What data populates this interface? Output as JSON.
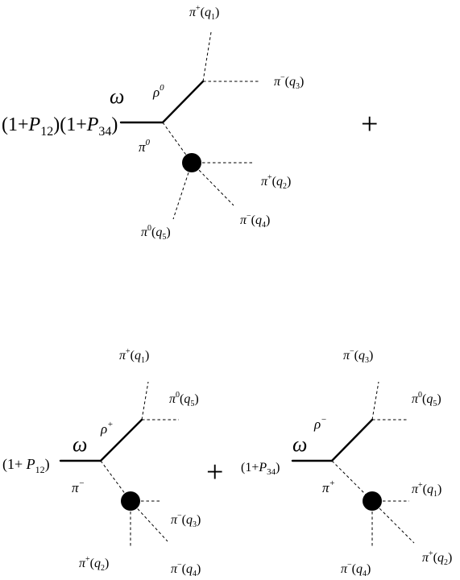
{
  "diagram1": {
    "prefix": {
      "open1": "(1+",
      "p": "P",
      "sub1": "12",
      "mid": ")(1+",
      "sub2": "34",
      "close": ")"
    },
    "omega": "ω",
    "rho": {
      "base": "ρ",
      "sup": "0"
    },
    "pi_internal": {
      "base": "π",
      "sup": "0"
    },
    "plus": "+",
    "legs": [
      {
        "base": "π",
        "sup": "+",
        "mom": "q",
        "sub": "1"
      },
      {
        "base": "π",
        "sup": "−",
        "mom": "q",
        "sub": "3"
      },
      {
        "base": "π",
        "sup": "+",
        "mom": "q",
        "sub": "2"
      },
      {
        "base": "π",
        "sup": "−",
        "mom": "q",
        "sub": "4"
      },
      {
        "base": "π",
        "sup": "0",
        "mom": "q",
        "sub": "5"
      }
    ]
  },
  "diagram2": {
    "prefix": {
      "open": "(1+ ",
      "p": "P",
      "sub": "12",
      "close": ")"
    },
    "omega": "ω",
    "rho": {
      "base": "ρ",
      "sup": "+"
    },
    "pi_internal": {
      "base": "π",
      "sup": "−"
    },
    "legs": [
      {
        "base": "π",
        "sup": "+",
        "mom": "q",
        "sub": "1"
      },
      {
        "base": "π",
        "sup": "0",
        "mom": "q",
        "sub": "5"
      },
      {
        "base": "π",
        "sup": "−",
        "mom": "q",
        "sub": "3"
      },
      {
        "base": "π",
        "sup": "−",
        "mom": "q",
        "sub": "4"
      },
      {
        "base": "π",
        "sup": "+",
        "mom": "q",
        "sub": "2"
      }
    ]
  },
  "plus_between": "+",
  "diagram3": {
    "prefix": {
      "open": "(1+",
      "p": "P",
      "sub": "34",
      "close": ")"
    },
    "omega": "ω",
    "rho": {
      "base": "ρ",
      "sup": "−"
    },
    "pi_internal": {
      "base": "π",
      "sup": "+"
    },
    "legs": [
      {
        "base": "π",
        "sup": "−",
        "mom": "q",
        "sub": "3"
      },
      {
        "base": "π",
        "sup": "0",
        "mom": "q",
        "sub": "5"
      },
      {
        "base": "π",
        "sup": "+",
        "mom": "q",
        "sub": "1"
      },
      {
        "base": "π",
        "sup": "+",
        "mom": "q",
        "sub": "2"
      },
      {
        "base": "π",
        "sup": "−",
        "mom": "q",
        "sub": "4"
      }
    ]
  }
}
